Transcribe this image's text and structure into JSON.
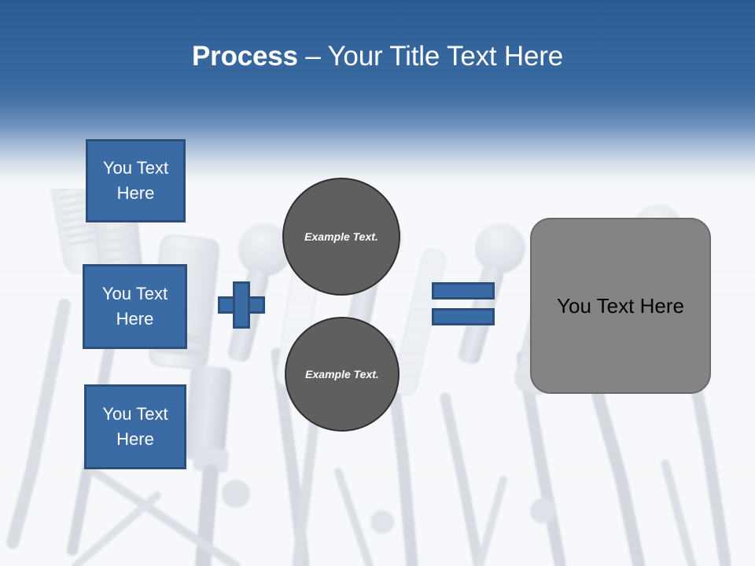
{
  "slide": {
    "title": {
      "strong": "Process",
      "rest": " – Your Title Text Here"
    },
    "theme": {
      "header_blue": "#2d5c94",
      "accent_blue": "#3a6ba4",
      "accent_blue_border": "#2b4f79",
      "circle_gray": "#5f5f5f",
      "circle_gray_border": "#2e2e2e",
      "result_gray": "#848484",
      "result_gray_border": "#6a6a6a",
      "canvas": "#f7f9fc"
    },
    "background": {
      "image_name": "press-conference-microphones-photo",
      "description": "Faded photograph of a cluster of microphones on stands at a press conference"
    },
    "inputs": [
      {
        "name": "blue-box-1",
        "label": "You Text Here"
      },
      {
        "name": "blue-box-2",
        "label": "You Text Here"
      },
      {
        "name": "blue-box-3",
        "label": "You Text Here"
      }
    ],
    "operators": {
      "plus": "plus-sign",
      "equals": "equals-sign"
    },
    "circles": [
      {
        "name": "circle-1",
        "label": "Example Text."
      },
      {
        "name": "circle-2",
        "label": "Example Text."
      }
    ],
    "result": {
      "label": "You Text Here"
    }
  }
}
